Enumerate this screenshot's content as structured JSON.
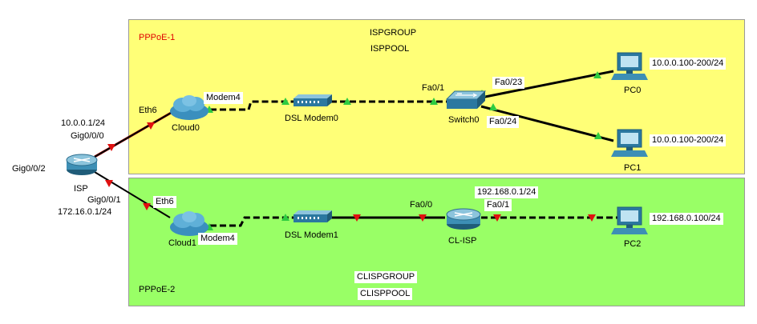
{
  "zones": [
    {
      "label": "PPPoE-1",
      "label_color": "#e00000",
      "fill": "#ffff77",
      "group": "ISPGROUP",
      "pool": "ISPPOOL"
    },
    {
      "label": "PPPoE-2",
      "label_color": "#000000",
      "fill": "#99ff66",
      "group": "CLISPGROUP",
      "pool": "CLISPPOOL"
    }
  ],
  "devices": {
    "isp": {
      "name": "ISP",
      "icon": "router-icon"
    },
    "cloud0": {
      "name": "Cloud0",
      "icon": "cloud-icon"
    },
    "cloud1": {
      "name": "Cloud1",
      "icon": "cloud-icon"
    },
    "dsl_modem0": {
      "name": "DSL Modem0",
      "icon": "dsl-modem-icon"
    },
    "dsl_modem1": {
      "name": "DSL Modem1",
      "icon": "dsl-modem-icon"
    },
    "switch0": {
      "name": "Switch0",
      "icon": "switch-icon"
    },
    "cl_isp": {
      "name": "CL-ISP",
      "icon": "router-icon"
    },
    "pc0": {
      "name": "PC0",
      "icon": "pc-icon"
    },
    "pc1": {
      "name": "PC1",
      "icon": "pc-icon"
    },
    "pc2": {
      "name": "PC2",
      "icon": "pc-icon"
    }
  },
  "ports": {
    "isp_gig000_ip": "10.0.0.1/24",
    "isp_gig000": "Gig0/0/0",
    "isp_gig002": "Gig0/0/2",
    "isp_gig001": "Gig0/0/1",
    "isp_gig001_ip": "172.16.0.1/24",
    "cloud0_eth6": "Eth6",
    "cloud0_modem4": "Modem4",
    "cloud1_eth6": "Eth6",
    "cloud1_modem4": "Modem4",
    "switch0_fa01": "Fa0/1",
    "switch0_fa023": "Fa0/23",
    "switch0_fa024": "Fa0/24",
    "clisp_fa00": "Fa0/0",
    "clisp_fa01": "Fa0/1",
    "clisp_fa01_ip": "192.168.0.1/24"
  },
  "addresses": {
    "pc0": "10.0.0.100-200/24",
    "pc1": "10.0.0.100-200/24",
    "pc2": "192.168.0.100/24"
  },
  "colors": {
    "link_up": "#2ecc40",
    "link_down": "#e01010",
    "wire": "#000000"
  }
}
